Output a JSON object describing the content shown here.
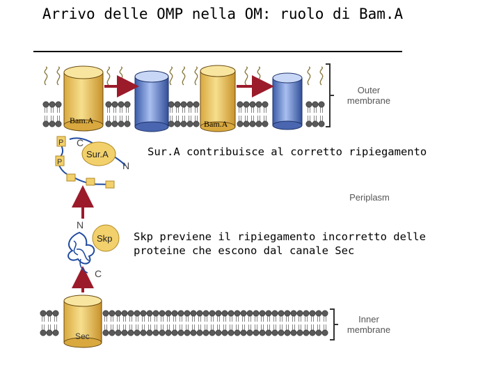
{
  "title": "Arrivo delle OMP nella OM: ruolo di Bam.A",
  "captions": {
    "sura": "Sur.A contribuisce al corretto ripiegamento",
    "skp_line1": "Skp previene il ripiegamento incorretto delle",
    "skp_line2": "proteine che escono dal canale Sec"
  },
  "labels": {
    "outer_membrane_1": "Outer",
    "outer_membrane_2": "membrane",
    "periplasm": "Periplasm",
    "inner_membrane_1": "Inner",
    "inner_membrane_2": "membrane",
    "bama_1": "Bam.A",
    "bama_2": "Bam.A",
    "sura": "Sur.A",
    "skp": "Skp",
    "sec": "Sec",
    "c_sura": "C",
    "n_sura": "N",
    "n_skp": "N",
    "c_skp": "C",
    "p1": "P",
    "p2": "P"
  },
  "colors": {
    "lipid_head": "#5a5a5a",
    "bama_cylinder": "#f0d27a",
    "barrel_blue": "#6f8fd0",
    "arrow_red": "#9b1b2b",
    "sura_blob": "#f2d06b",
    "chain_blue": "#1f4aa0"
  }
}
